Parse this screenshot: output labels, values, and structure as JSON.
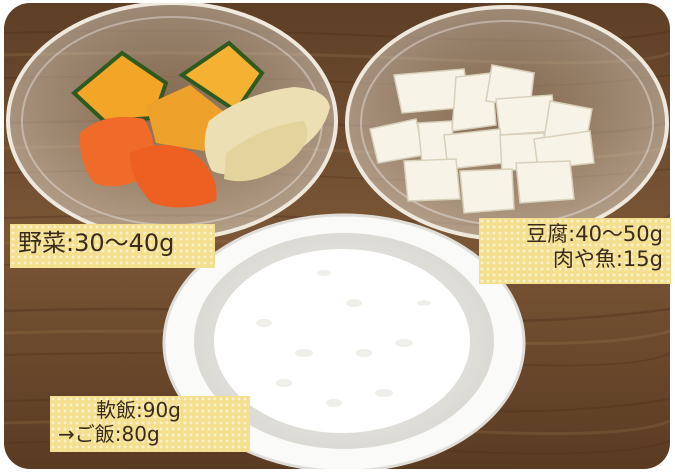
{
  "photo": {
    "dishes": [
      "vegetable-bowl",
      "tofu-bowl",
      "rice-bowl"
    ]
  },
  "labels": {
    "vegetables": "野菜:30〜40g",
    "tofu": "豆腐:40〜50g",
    "meat_fish": "肉や魚:15g",
    "soft_rice": "軟飯:90g",
    "rice": "→ご飯:80g"
  },
  "colors": {
    "label_bg": "#f4df8e",
    "label_text": "#3a2a1c",
    "table": "#6b4a2e"
  }
}
